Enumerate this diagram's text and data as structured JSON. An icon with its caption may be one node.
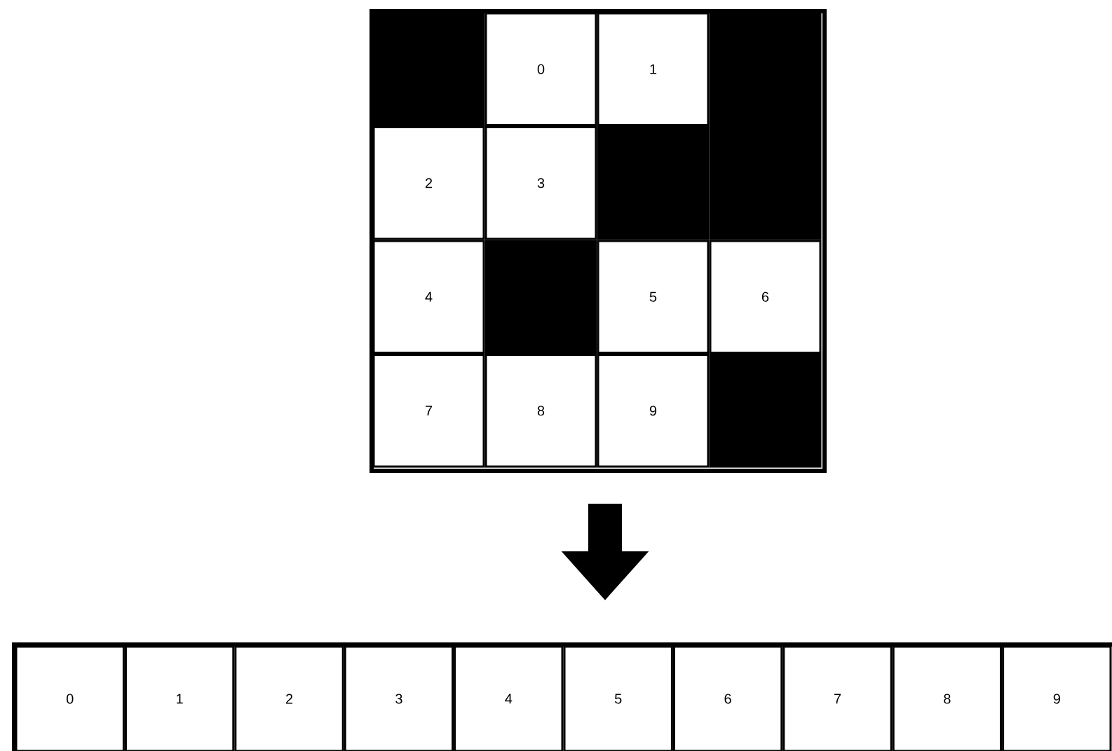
{
  "diagram": {
    "nodes": [
      {
        "text": [],
        "shape": "box"
      },
      {
        "text": [],
        "shape": "box",
        "in": 0
      },
      {
        "text": [
          "0"
        ],
        "in": 0
      },
      {
        "text": [
          "1"
        ],
        "in": 0
      },
      {
        "text": [],
        "shape": "box",
        "in": 0
      },
      {
        "text": [
          "2"
        ],
        "in": 0
      },
      {
        "text": [
          "3"
        ],
        "in": 0
      },
      {
        "text": [],
        "shape": "box",
        "in": 0
      },
      {
        "text": [],
        "shape": "box",
        "in": 0
      },
      {
        "text": [
          "4"
        ],
        "in": 0
      },
      {
        "text": [],
        "shape": "box",
        "in": 0
      },
      {
        "text": [
          "5"
        ],
        "in": 0
      },
      {
        "text": [
          "6"
        ],
        "in": 0
      },
      {
        "text": [
          "7"
        ],
        "in": 0
      },
      {
        "text": [
          "8"
        ],
        "in": 0
      },
      {
        "text": [
          "9"
        ],
        "in": 0
      },
      {
        "text": [],
        "shape": "box",
        "in": 0
      },
      {
        "text": [],
        "shape": "box"
      },
      {
        "text": [
          "0"
        ],
        "in": 17
      },
      {
        "text": [
          "1"
        ],
        "in": 17
      },
      {
        "text": [
          "2"
        ],
        "in": 17
      },
      {
        "text": [
          "3"
        ],
        "in": 17
      },
      {
        "text": [
          "4"
        ],
        "in": 17
      },
      {
        "text": [
          "5"
        ],
        "in": 17
      },
      {
        "text": [
          "6"
        ],
        "in": 17
      },
      {
        "text": [
          "7"
        ],
        "in": 17
      },
      {
        "text": [
          "8"
        ],
        "in": 17
      },
      {
        "text": [
          "9"
        ],
        "in": 17
      }
    ],
    "edges": [
      {
        "from": 0,
        "to": 17,
        "arrow": "to"
      }
    ]
  }
}
